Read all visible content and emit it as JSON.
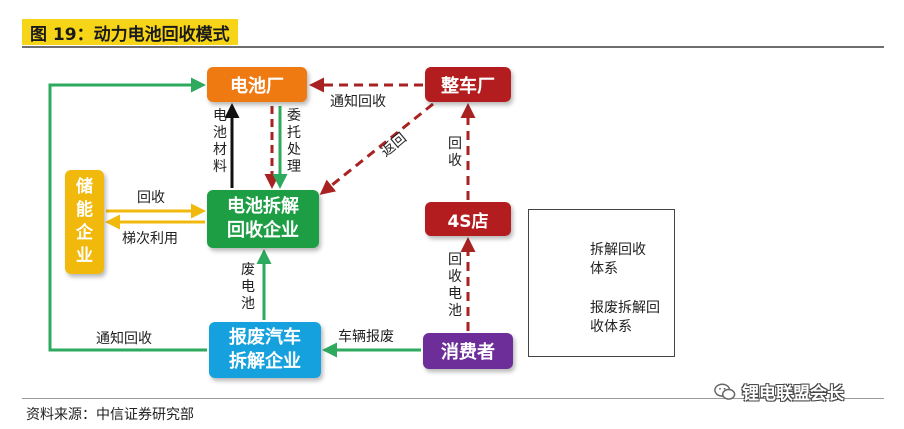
{
  "title": "图 19：动力电池回收模式",
  "source": "资料来源：中信证券研究部",
  "watermark": "锂电联盟会长",
  "nodes": {
    "battery_factory": "电池厂",
    "oem": "整车厂",
    "dealer_4s": "4S店",
    "consumer": "消费者",
    "dismantle_recycle": "电池拆解回收企业",
    "scrap_car_dismantle": "报废汽车拆解企业",
    "energy_storage": "储能企业"
  },
  "edges": {
    "notify_recycle_top": "通知回收",
    "battery_material": "电池材料",
    "entrusted_processing": "委托处理",
    "send_back": "返回",
    "recycle_4s_to_oem": "回收",
    "recycle_to_storage": "回收",
    "echelon_use": "梯次利用",
    "waste_battery": "废电池",
    "recycle_battery_consumer": "回收电池",
    "notify_recycle_left": "通知回收",
    "vehicle_scrap": "车辆报废"
  },
  "legend": {
    "dashed_label": "拆解回收体系",
    "solid_label": "报废拆解回收体系"
  },
  "colors": {
    "dashed_red": "#a82222",
    "solid_green": "#2eaa5e",
    "material_black": "#111111",
    "title_highlight": "#f6d518"
  }
}
